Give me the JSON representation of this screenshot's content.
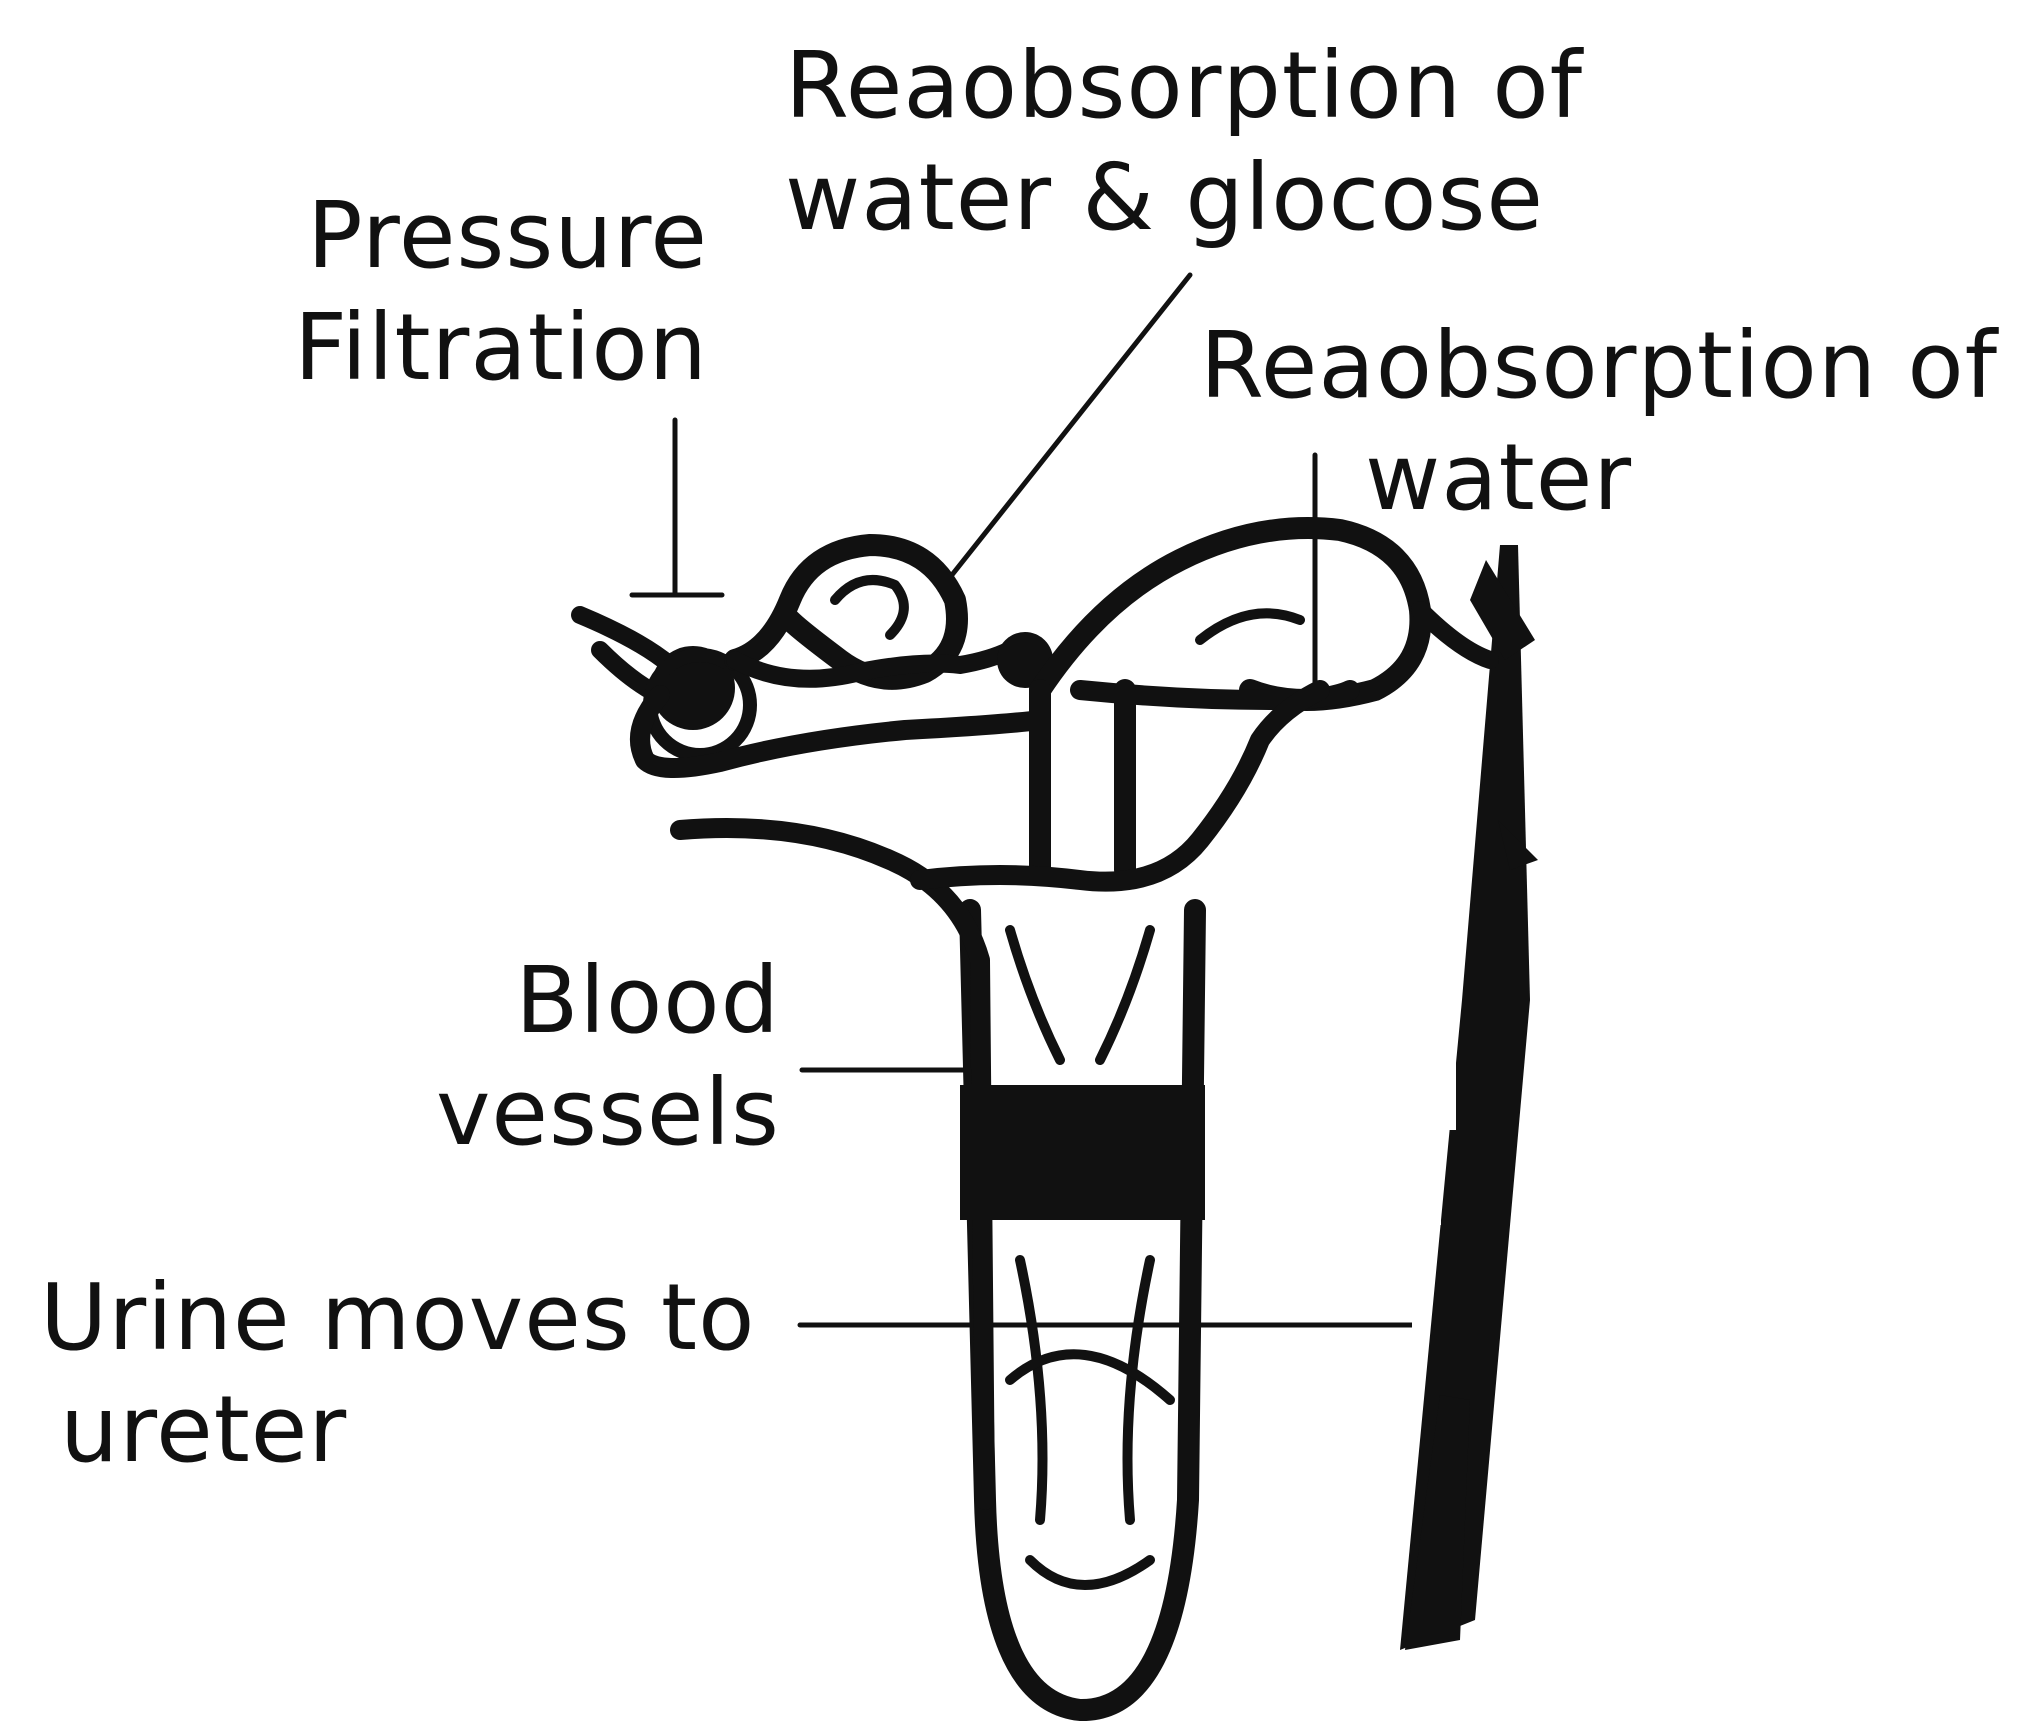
{
  "labels": {
    "pressure_filtration": [
      "Pressure",
      "Filtration"
    ],
    "reabsorption_water_glucose": [
      "Reaobsorption of",
      "water & glocose"
    ],
    "reabsorption_water": [
      "Reaobsorption of",
      "water"
    ],
    "blood_vessels": [
      "Blood",
      "vessels"
    ],
    "urine": [
      "Urine moves to",
      "ureter"
    ]
  },
  "colors": {
    "ink": "#111111",
    "background": "#ffffff"
  }
}
